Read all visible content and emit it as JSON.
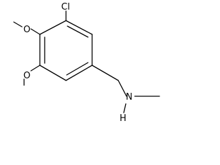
{
  "molecule": {
    "atoms": {
      "chlorine": "Cl",
      "oxygen_upper": "O",
      "oxygen_lower": "O",
      "nitrogen": "N",
      "hydrogen": "H"
    },
    "colors": {
      "bond": "#000000",
      "label": "#000000",
      "background": "#ffffff"
    }
  }
}
